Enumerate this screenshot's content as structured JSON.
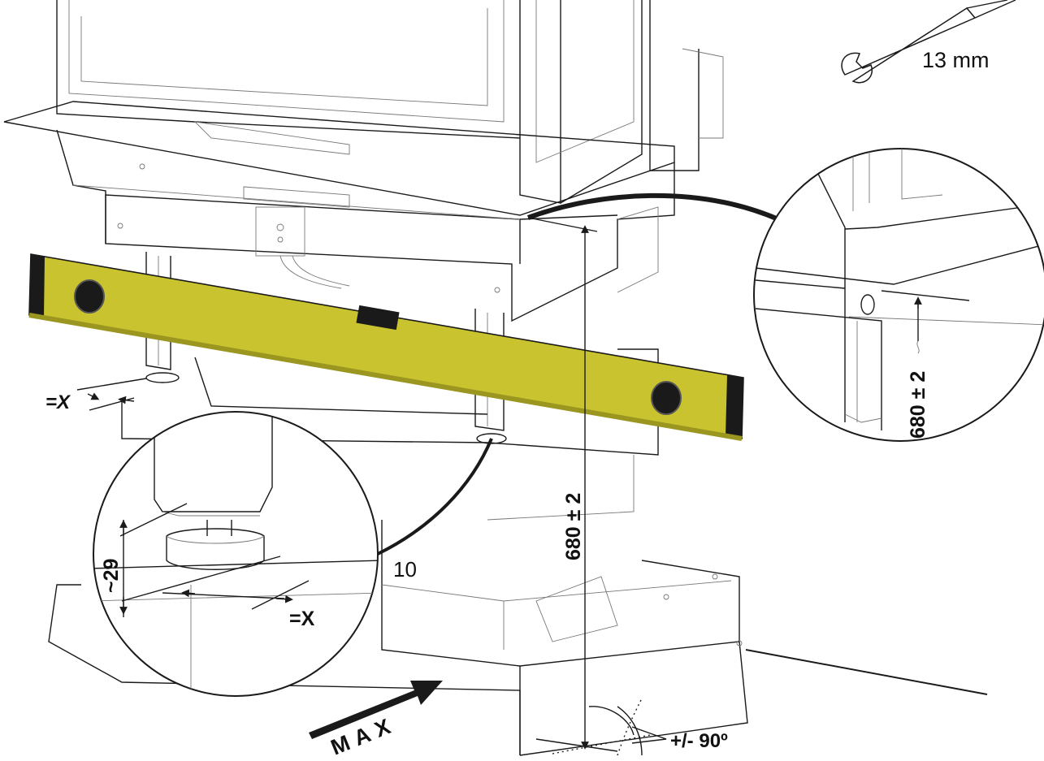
{
  "labels": {
    "wrench_size": "13 mm",
    "x_left": "=X",
    "x_detail": "=X",
    "foot_height": "~29",
    "height_main": "680 ± 2",
    "height_detail": "680 ± 2",
    "pallet_number": "10",
    "max_arrow": "MAX",
    "rotation": "+/- 90º"
  },
  "colors": {
    "spirit_level": "#c8c32e",
    "spirit_level_dark": "#9a9620",
    "ink": "#1a1a1a",
    "grey_line": "#777777"
  },
  "icons": {
    "wrench": "wrench-icon",
    "arrow": "max-arrow-icon"
  }
}
